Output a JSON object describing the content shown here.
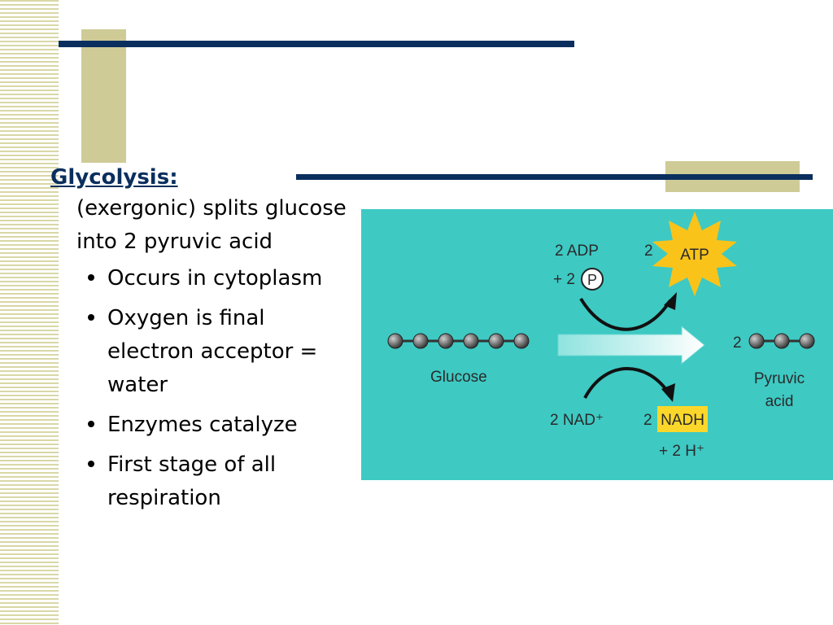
{
  "slide": {
    "heading": "Glycolysis:",
    "description": "(exergonic) splits glucose into 2 pyruvic acid",
    "bullets": [
      "Occurs in cytoplasm",
      "Oxygen is final electron acceptor = water",
      "Enzymes catalyze",
      "First stage of all respiration"
    ]
  },
  "diagram": {
    "adp_count": "2 ADP",
    "phosphate_prefix": "+ 2",
    "phosphate_symbol": "P",
    "atp_count": "2",
    "atp_label": "ATP",
    "glucose_label": "Glucose",
    "pyruvic_count": "2",
    "pyruvic_label_line1": "Pyruvic",
    "pyruvic_label_line2": "acid",
    "nad_label": "2 NAD⁺",
    "nadh_count": "2",
    "nadh_label": "NADH",
    "hydrogen_label": "+ 2 H⁺",
    "colors": {
      "background": "#3ec9c3",
      "burst": "#f9c31a",
      "nadh_box": "#fbd72b",
      "molecule": "#5a5a5a"
    }
  }
}
